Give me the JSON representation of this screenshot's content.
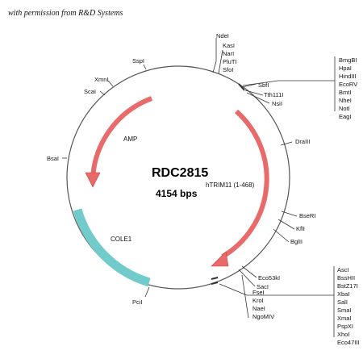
{
  "permission_note": "with permission from R&D Systems",
  "plasmid": {
    "name": "RDC2815",
    "size": "4154 bps"
  },
  "features": {
    "amp": "AMP",
    "insert": "hTRIM11 (1-468)",
    "ori": "COLE1"
  },
  "sites": {
    "top_cluster": [
      "NdeI",
      "KasI",
      "NarI",
      "PluTI",
      "SfoI"
    ],
    "sbfi": "SbfI",
    "tth": "Tth111I",
    "nsii": "NsiI",
    "right_top_cluster": [
      "BmgBI",
      "HpaI",
      "HindIII",
      "EcoRV",
      "BmtI",
      "NheI",
      "NotI",
      "EagI"
    ],
    "dra": "DraIII",
    "bse": "BseRI",
    "kfl": "KflI",
    "bgl": "BglII",
    "eco53": "Eco53kI",
    "sac": "SacI",
    "bottom_cluster": [
      "FseI",
      "KroI",
      "NaeI",
      "NgoMIV"
    ],
    "right_bottom_cluster": [
      "AscI",
      "BssHII",
      "BstZ17I",
      "XbaI",
      "SalI",
      "SmaI",
      "XmaI",
      "PspXI",
      "XhoI",
      "Eco47III"
    ],
    "pci": "PciI",
    "bsa": "BsaI",
    "sca": "ScaI",
    "xmn": "XmnI",
    "ssp": "SspI"
  }
}
